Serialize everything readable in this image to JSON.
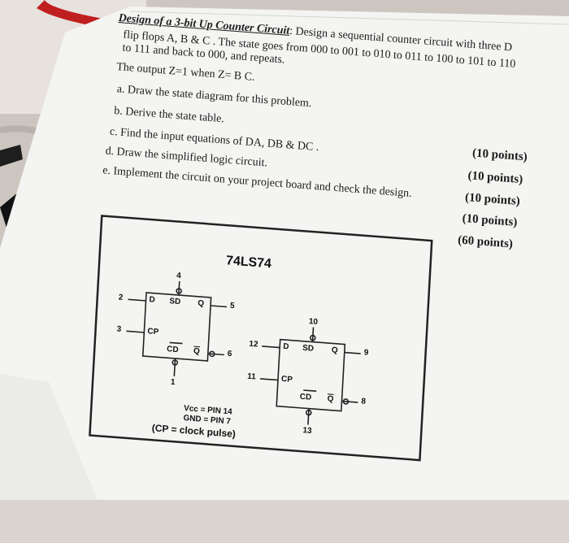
{
  "problem": {
    "title": "Design of a 3-bit Up Counter Circuit",
    "title_colon": ":",
    "line1": "Design a sequential counter circuit with three D",
    "line2": "flip flops A, B & C . The state goes from 000 to 001 to 010 to 011 to 100 to 101 to 110",
    "line3": "to 111 and back to 000, and repeats.",
    "line4": "The output Z=1 when Z= B C.",
    "tasks": [
      {
        "text": "a. Draw the state diagram for this problem.",
        "points": "(10 points)"
      },
      {
        "text": "b. Derive the state table.",
        "points": "(10 points)"
      },
      {
        "text": "c. Find the input equations of DA, DB & DC .",
        "points": "(10 points)"
      },
      {
        "text": "d. Draw the simplified logic circuit.",
        "points": "(10 points)"
      },
      {
        "text": "e. Implement the circuit on your project board and check the design.",
        "points": "(60 points)"
      }
    ]
  },
  "diagram": {
    "chip_name": "74LS74",
    "ff1": {
      "pins": {
        "d": "2",
        "cp": "3",
        "sd": "4",
        "q": "5",
        "cd": "1",
        "qbar": "6"
      }
    },
    "ff2": {
      "pins": {
        "d": "12",
        "cp": "11",
        "sd": "10",
        "q": "9",
        "cd": "13",
        "qbar": "8"
      }
    },
    "labels": {
      "d": "D",
      "sd": "SD",
      "q": "Q",
      "cp": "CP",
      "cd": "CD",
      "qbar": "Q"
    },
    "vcc": "Vcc = PIN 14",
    "gnd": "GND = PIN 7",
    "cp_note": "(CP = clock pulse)"
  },
  "colors": {
    "paper": "#f4f4f2",
    "ink": "#1c1c1c",
    "cable": "#c01f1f"
  }
}
